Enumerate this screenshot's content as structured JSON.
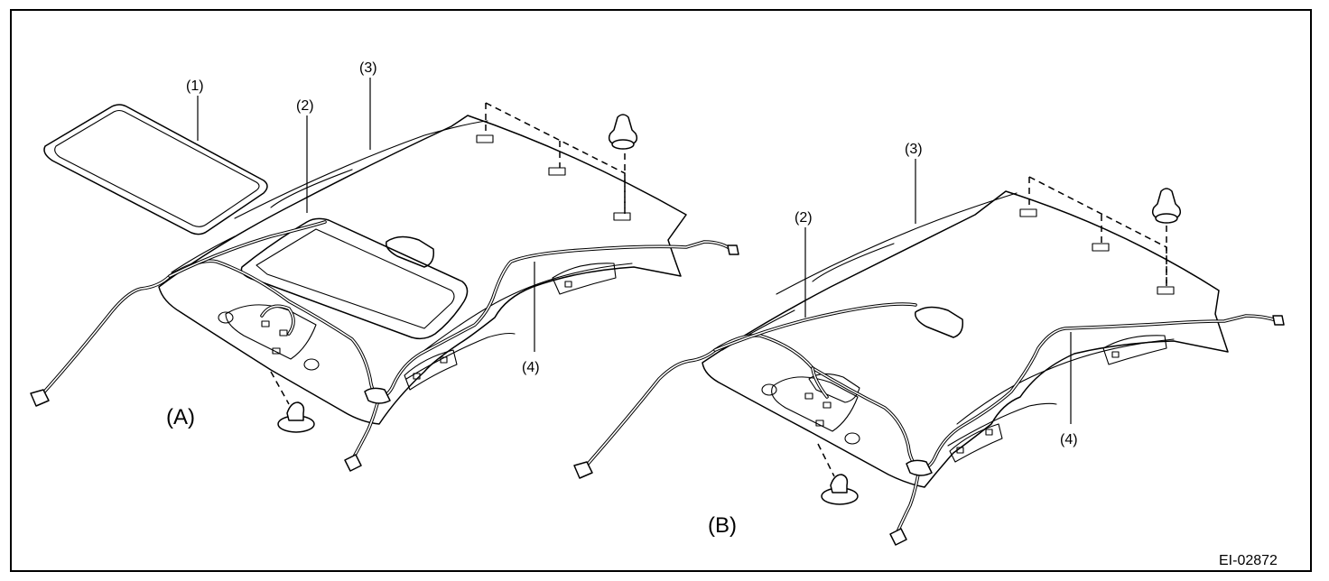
{
  "figure_code": "EI-02872",
  "views": {
    "a": {
      "label": "(A)"
    },
    "b": {
      "label": "(B)"
    }
  },
  "callouts": {
    "a": {
      "c1": "(1)",
      "c2": "(2)",
      "c3": "(3)",
      "c4": "(4)"
    },
    "b": {
      "c2": "(2)",
      "c3": "(3)",
      "c4": "(4)"
    }
  },
  "icons": [
    "sunroof-seal-icon",
    "clip-icon",
    "connector-icon"
  ]
}
